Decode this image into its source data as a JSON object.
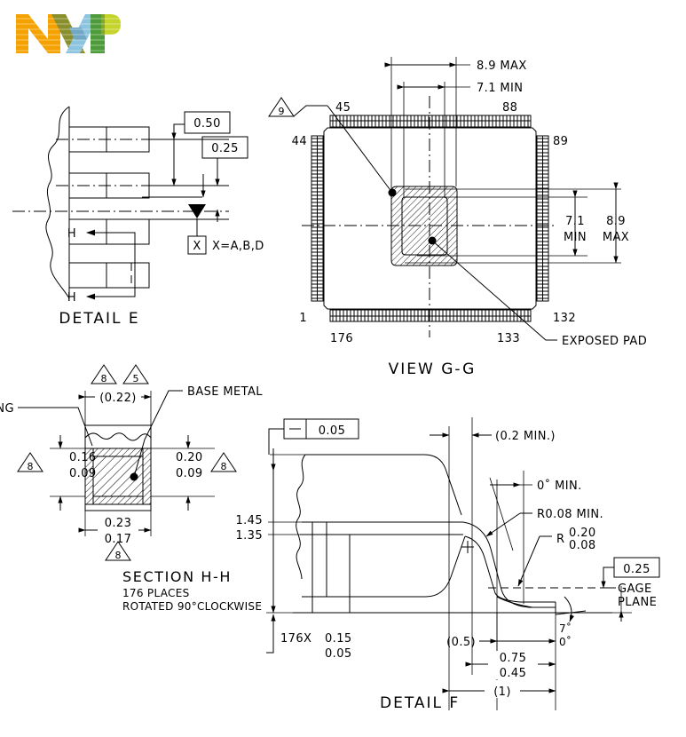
{
  "document": {
    "type": "package-mechanical-drawing",
    "vendor_logo": "nxp-logo",
    "brand_colors": {
      "orange": "#F5A200",
      "olive": "#8A8F2E",
      "light_blue": "#8CC3E0",
      "green": "#4E9B3B",
      "yellow_green": "#C4D42A"
    },
    "line_color": "#000000",
    "background": "#ffffff"
  },
  "detail_e": {
    "title": "DETAIL E",
    "feature_control_1": "0.50",
    "feature_control_2": "0.25",
    "datum_box": "X",
    "datum_note": "X=A,B,D",
    "section_marker_top": "H",
    "section_marker_bottom": "H"
  },
  "view_gg": {
    "title": "VIEW G-G",
    "dim_top_max": "8.9  MAX",
    "dim_top_min": "7.1  MIN",
    "dim_right_min_value": "7.1",
    "dim_right_min_label": "MIN",
    "dim_right_max_value": "8.9",
    "dim_right_max_label": "MAX",
    "note_triangle": "9",
    "callout_exposed_pad": "EXPOSED PAD",
    "pins": {
      "top_left": "45",
      "top_right": "88",
      "left_top": "44",
      "right_top": "89",
      "left_bottom": "1",
      "right_bottom": "132",
      "bottom_left": "176",
      "bottom_right": "133"
    }
  },
  "section_hh": {
    "title": "SECTION H-H",
    "subtitle_1": "176 PLACES",
    "subtitle_2": "ROTATED 90°CLOCKWISE",
    "label_plating": "PLATING",
    "label_base_metal": "BASE METAL",
    "triangle_top_left": "8",
    "triangle_top_right": "5",
    "triangle_left": "8",
    "triangle_right": "8",
    "triangle_bottom": "8",
    "dim_width_ref": "(0.22)",
    "dim_left_upper": "0.16",
    "dim_left_lower": "0.09",
    "dim_right_upper": "0.20",
    "dim_right_lower": "0.09",
    "dim_bottom_upper": "0.23",
    "dim_bottom_lower": "0.17"
  },
  "detail_f": {
    "title": "DETAIL F",
    "feature_control_flat": "0.05",
    "feature_control_gage": "0.25",
    "label_gage_plane_1": "GAGE",
    "label_gage_plane_2": "PLANE",
    "dim_02_min": "(0.2  MIN.)",
    "dim_angle_min": "0˚ MIN.",
    "dim_r008_min": "R0.08 MIN.",
    "dim_r_label": "R",
    "dim_r_upper": "0.20",
    "dim_r_lower": "0.08",
    "dim_height_upper": "1.45",
    "dim_height_lower": "1.35",
    "dim_lead_count": "176X",
    "dim_lead_upper": "0.15",
    "dim_lead_lower": "0.05",
    "dim_05_ref": "(0.5)",
    "dim_foot_upper": "0.75",
    "dim_foot_lower": "0.45",
    "dim_overall_ref": "(1)",
    "angle_upper": "7˚",
    "angle_lower": "0˚"
  }
}
